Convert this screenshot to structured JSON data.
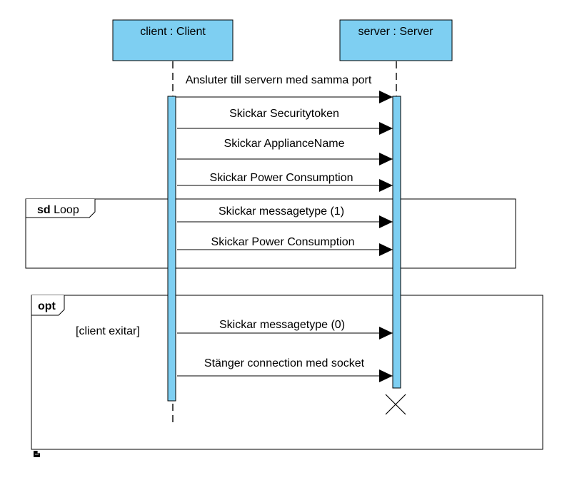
{
  "lifelines": [
    {
      "id": "client",
      "label": "client : Client"
    },
    {
      "id": "server",
      "label": "server : Server"
    }
  ],
  "messages": [
    {
      "from": "client",
      "to": "server",
      "label": "Ansluter till servern med samma port"
    },
    {
      "from": "client",
      "to": "server",
      "label": "Skickar Securitytoken"
    },
    {
      "from": "client",
      "to": "server",
      "label": "Skickar ApplianceName"
    },
    {
      "from": "client",
      "to": "server",
      "label": "Skickar Power Consumption"
    },
    {
      "from": "client",
      "to": "server",
      "label": "Skickar messagetype (1)"
    },
    {
      "from": "client",
      "to": "server",
      "label": "Skickar Power Consumption"
    },
    {
      "from": "client",
      "to": "server",
      "label": "Skickar messagetype (0)"
    },
    {
      "from": "client",
      "to": "server",
      "label": "Stänger connection med socket"
    }
  ],
  "fragments": [
    {
      "keyword": "sd",
      "name": "Loop",
      "guard": ""
    },
    {
      "keyword": "opt",
      "name": "",
      "guard": "[client exitar]"
    }
  ],
  "destroyed": "server",
  "colors": {
    "lifeline_fill": "#7ecff2",
    "activation_fill": "#7ecff2",
    "stroke": "#000000"
  }
}
